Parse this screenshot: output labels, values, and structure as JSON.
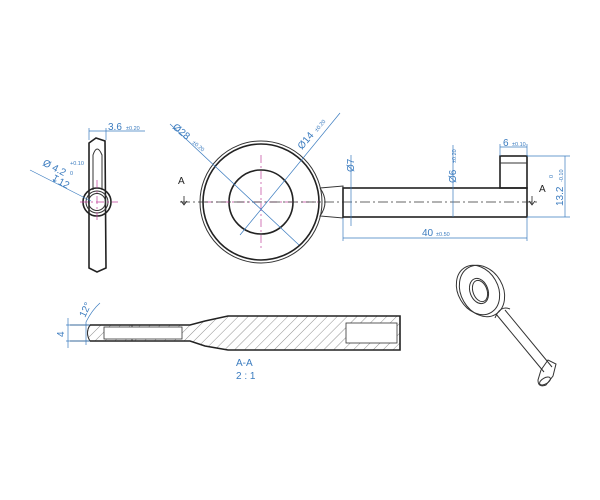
{
  "side_view": {
    "width_dim": "3.6",
    "width_tol": "±0.20",
    "hole_dim": "Ø 4.2",
    "hole_tol_upper": "+0.10",
    "hole_tol_lower": "0",
    "depth_dim": "↧12"
  },
  "front_view": {
    "outer_dia": "Ø28",
    "outer_tol": "±0.20",
    "inner_dia": "Ø14",
    "inner_tol": "±0.20",
    "neck_dia": "Ø7",
    "shaft_dia": "Ø6",
    "shaft_tol": "±0.20",
    "length_dim": "40",
    "length_tol": "±0.50",
    "bit_width": "6",
    "bit_width_tol": "±0.10",
    "bit_height": "13.2",
    "bit_height_tol_upper": "0",
    "bit_height_tol_lower": "-0.10",
    "section_mark_left": "A",
    "section_mark_right": "A"
  },
  "section_view": {
    "thickness_dim": "4",
    "angle_dim": "12°",
    "label": "A-A",
    "scale": "2 : 1"
  }
}
